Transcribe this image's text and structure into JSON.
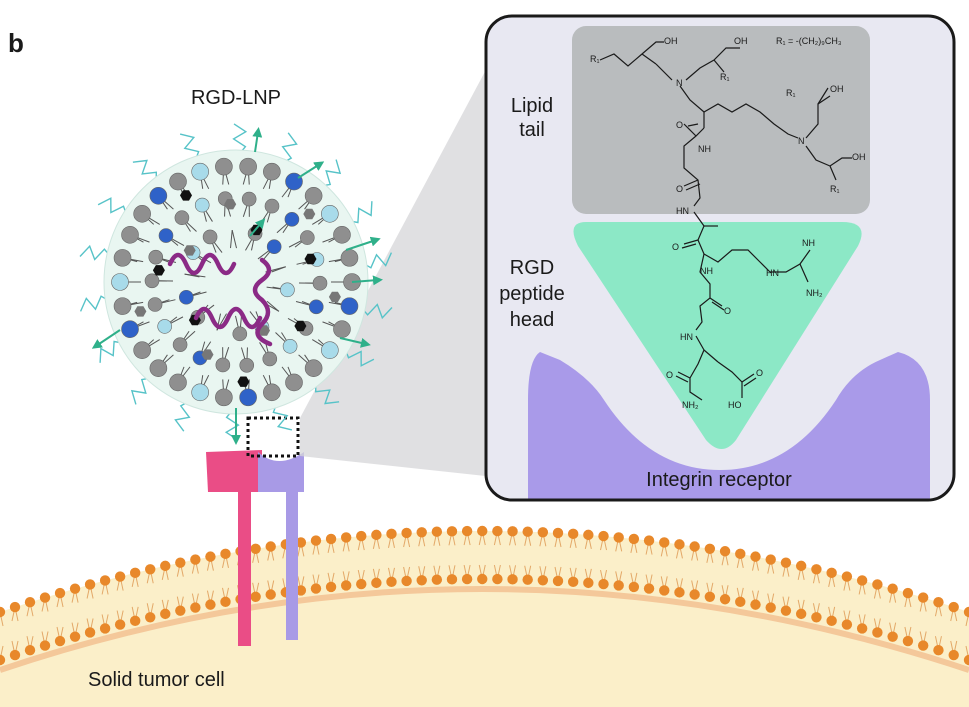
{
  "panel_label": "b",
  "nanoparticle_label": "RGD-LNP",
  "cell_label": "Solid tumor cell",
  "inset": {
    "lipid_label_lines": [
      "Lipid",
      "tail"
    ],
    "peptide_label_lines": [
      "RGD",
      "peptide",
      "head"
    ],
    "receptor_label": "Integrin receptor",
    "r1_definition": "R₁ = -(CH₂)₉CH₃",
    "atoms": {
      "N": "N",
      "NH": "NH",
      "HN": "HN",
      "O": "O",
      "OH": "OH",
      "HO": "HO",
      "NH2": "NH₂",
      "R1": "R₁"
    }
  },
  "colors": {
    "membrane_head": "#e8882a",
    "cytoplasm": "#fbefc9",
    "lnp_core": "#e9f6f1",
    "cargo": "#8b2a86",
    "peg": "#57c3c8",
    "arrow": "#2fb08a",
    "lipid_dark_blue": "#2f62c8",
    "lipid_light_blue": "#a8dbea",
    "lipid_grey": "#8f8f8f",
    "receptor_pink": "#ea4d86",
    "receptor_purple": "#a89ae6",
    "inset_bg": "#e8e8f2",
    "lipid_box": "#b9bcbe",
    "peptide_region": "#8ce8c6",
    "integrin": "#a99ae9"
  }
}
